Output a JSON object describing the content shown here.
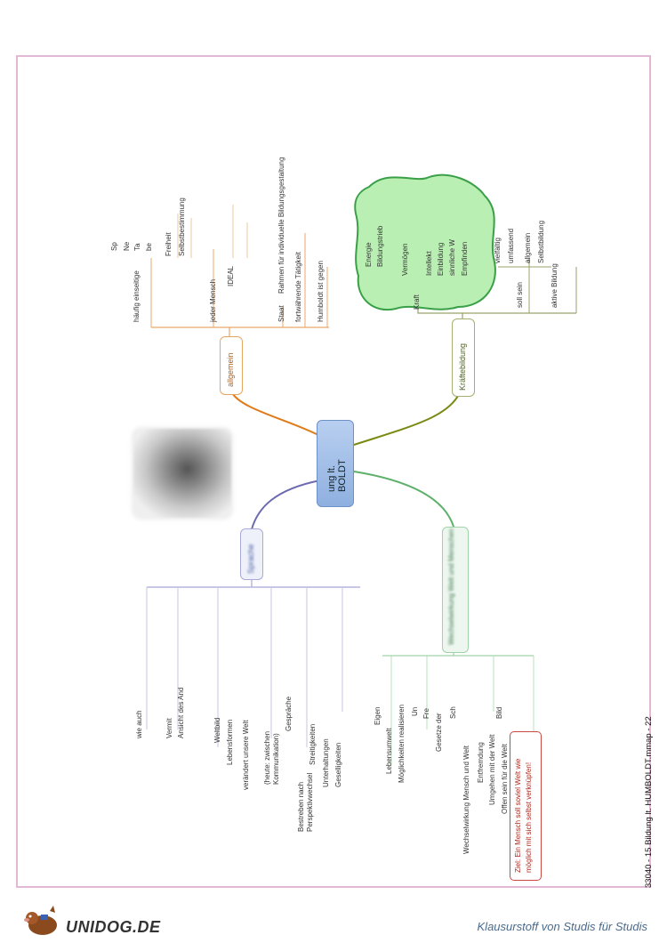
{
  "center": {
    "line1": "ung lt.",
    "line2": "BOLDT"
  },
  "branches": {
    "allgemein": "allgemein",
    "kraeftebildung": "Kräftebildung",
    "sprache": "Sprache",
    "wechselwirkung": "Wechselwirkung Welt und Menschen"
  },
  "allgemein_items": {
    "haeufig": "häufig einseitige",
    "jeder_mensch": "jeder Mensch",
    "staat": "Staat",
    "fortwaehrende": "fortwährende Tätigkeit",
    "humboldt_gegen": "Humboldt ist gegen",
    "rahmen": "Rahmen für individuelle Bildungsgestaltung",
    "freiheit": "Freiheit",
    "selbstbestimmung": "Selbstbestimmung",
    "ideal": "IDEAL",
    "sp": "Sp",
    "ne": "Ne",
    "ta": "Ta",
    "be": "be"
  },
  "kraft_items": {
    "kraft": "Kraft",
    "energie": "Energie",
    "bildungstrieb": "Bildungstrieb",
    "vermoegen": "Vermögen",
    "intellekt": "Intellekt",
    "einbildung": "Einbildung",
    "sinnliche": "sinnliche W",
    "empfinden": "Empfinden",
    "soll_sein": "soll sein",
    "vielfaeltig": "vielfältig",
    "umfassend": "umfassend",
    "allgemein": "allgemein",
    "selbstbildung": "Selbstbildung",
    "aktive": "aktive Bildung"
  },
  "sprache_items": {
    "wie_auch": "wie auch",
    "vermit": "Vermit",
    "ansicht": "Ansicht des And",
    "weltbild": "Weltbild",
    "lebensformen": "Lebensformen",
    "veraendert": "verändert unsere Welt",
    "heute": "(heute: zwischen",
    "kommunikation": "Kommunikation)",
    "gespraeche": "Gespräche",
    "bestreben": "Bestreben nach",
    "perspektiv": "Perspektivwechsel",
    "streitigkeiten": "Streitigkeiten",
    "unterhaltungen": "Unterhaltungen",
    "geselligkeiten": "Geselligkeiten"
  },
  "welt_items": {
    "eigen": "Eigen",
    "lebensumwelt": "Lebensumwelt",
    "moeglichkeiten": "Möglichkeiten realisieren",
    "un": "Un",
    "fre": "Fre",
    "gesetze": "Gesetze der",
    "sch": "Sch",
    "bild": "Bild",
    "wechselwirkung_mw": "Wechselwirkung Mensch und Welt",
    "entfremdung": "Entfremdung",
    "umgehen": "Umgehen mit der Welt",
    "offen": "Offen sein für die Welt",
    "ziel1": "Ziel: Ein Mensch soll soviel Welt wie",
    "ziel2": "möglich mit sich selbst verknüpfen!"
  },
  "sidebar_text": "33040 - 15 Bildung lt. HUMBOLDT.mmap - 22",
  "footer": {
    "logo": "UNIDOG.DE",
    "tagline": "Klausurstoff von Studis für Studis"
  },
  "colors": {
    "frame": "#e3b8d4",
    "center": "#9fbde6",
    "cloud_fill": "#b9efb3",
    "cloud_stroke": "#3aa048"
  }
}
